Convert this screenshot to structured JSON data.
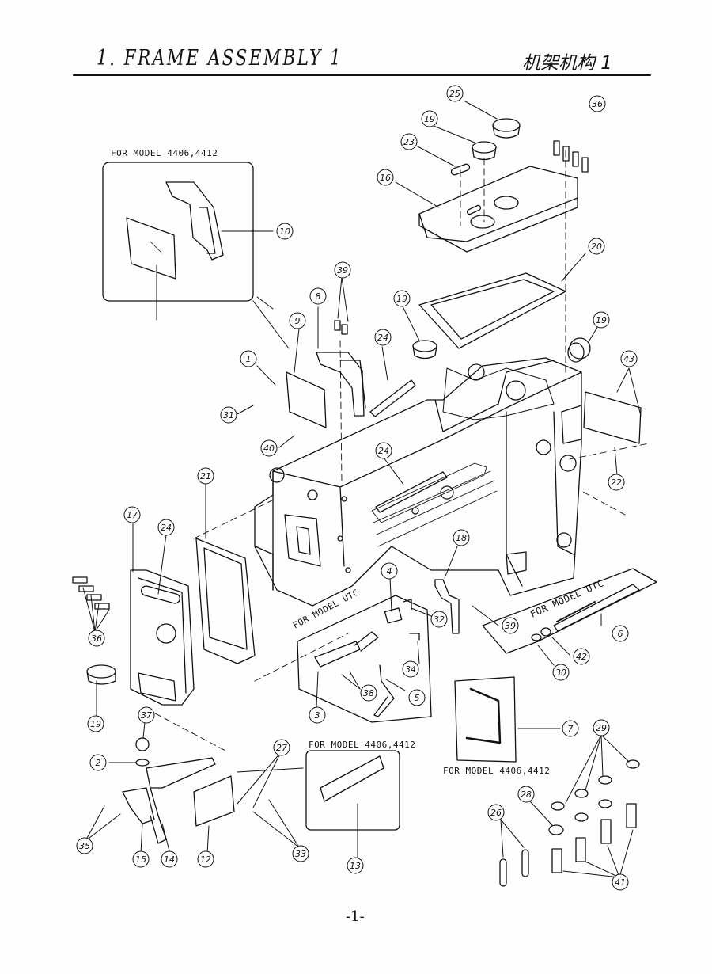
{
  "header": {
    "title": "1. FRAME ASSEMBLY 1",
    "title_cn": "机架机构 1"
  },
  "notes": {
    "model_4406_4412_top": "FOR MODEL 4406,4412",
    "model_utc_center": "FOR MODEL UTC",
    "model_utc_right": "FOR MODEL UTC",
    "model_4406_4412_bottom": "FOR MODEL 4406,4412",
    "model_4406_4412_bracket": "FOR MODEL 4406,4412"
  },
  "callouts": [
    "25",
    "36",
    "19",
    "23",
    "16",
    "10",
    "20",
    "39",
    "8",
    "19",
    "19",
    "9",
    "24",
    "1",
    "43",
    "31",
    "40",
    "24",
    "22",
    "21",
    "17",
    "24",
    "4",
    "18",
    "36",
    "32",
    "39",
    "6",
    "34",
    "42",
    "30",
    "38",
    "5",
    "3",
    "19",
    "37",
    "27",
    "7",
    "29",
    "2",
    "28",
    "35",
    "15",
    "14",
    "12",
    "33",
    "13",
    "26",
    "41"
  ],
  "page_number": "-1-",
  "colors": {
    "ink": "#111111",
    "paper": "#fefefe"
  }
}
